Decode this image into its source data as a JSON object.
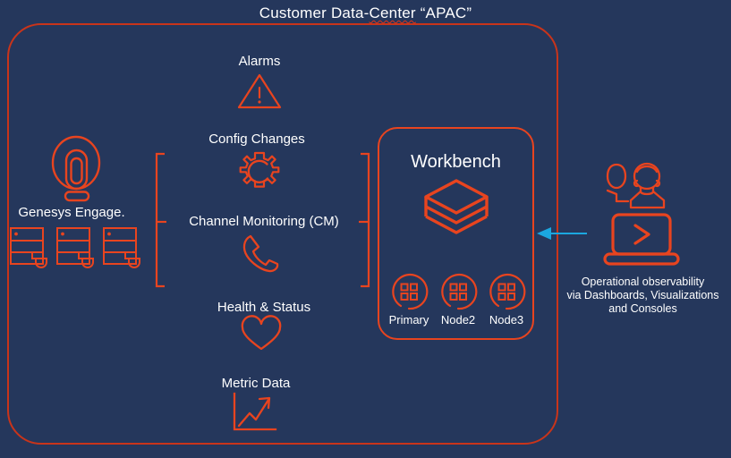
{
  "diagram": {
    "title_prefix": "Customer Data-",
    "title_spell": "Center",
    "title_suffix": " “APAC”",
    "colors": {
      "background": "#25375c",
      "accent_orange": "#e8441f",
      "container_border": "#c9341a",
      "arrow_blue": "#1ba7e0",
      "text": "#ffffff"
    }
  },
  "source_system": {
    "label": "Genesys Engage.",
    "logo_icon": "genesys-logo-icon",
    "server_icons": [
      "server-rack-icon",
      "server-rack-icon",
      "server-rack-icon"
    ]
  },
  "data_streams": [
    {
      "label": "Alarms",
      "icon": "warning-triangle-icon"
    },
    {
      "label": "Config Changes",
      "icon": "gear-icon"
    },
    {
      "label": "Channel Monitoring (CM)",
      "icon": "phone-handset-icon"
    },
    {
      "label": "Health & Status",
      "icon": "heart-icon"
    },
    {
      "label": "Metric Data",
      "icon": "line-chart-icon"
    }
  ],
  "workbench": {
    "title": "Workbench",
    "stack_icon": "layered-stack-icon",
    "nodes": [
      {
        "label": "Primary",
        "icon": "node-circle-icon"
      },
      {
        "label": "Node2",
        "icon": "node-circle-icon"
      },
      {
        "label": "Node3",
        "icon": "node-circle-icon"
      }
    ]
  },
  "observability": {
    "people_icon": "two-people-icon",
    "console_icon": "laptop-console-icon",
    "arrow_icon": "left-arrow-icon",
    "line1": "Operational observability",
    "line2": "via Dashboards, Visualizations",
    "line3": "and Consoles"
  }
}
